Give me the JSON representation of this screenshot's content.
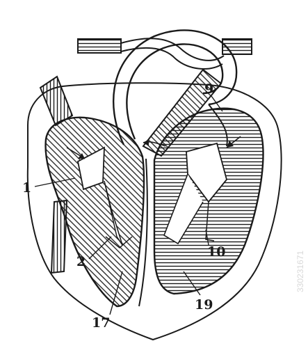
{
  "diagram": {
    "labels": [
      "9",
      "1",
      "2",
      "10",
      "17",
      "19"
    ],
    "ink_color": "#1a1a1a",
    "paper_color": "#ffffff"
  },
  "watermark": {
    "side_id": "330231671"
  }
}
